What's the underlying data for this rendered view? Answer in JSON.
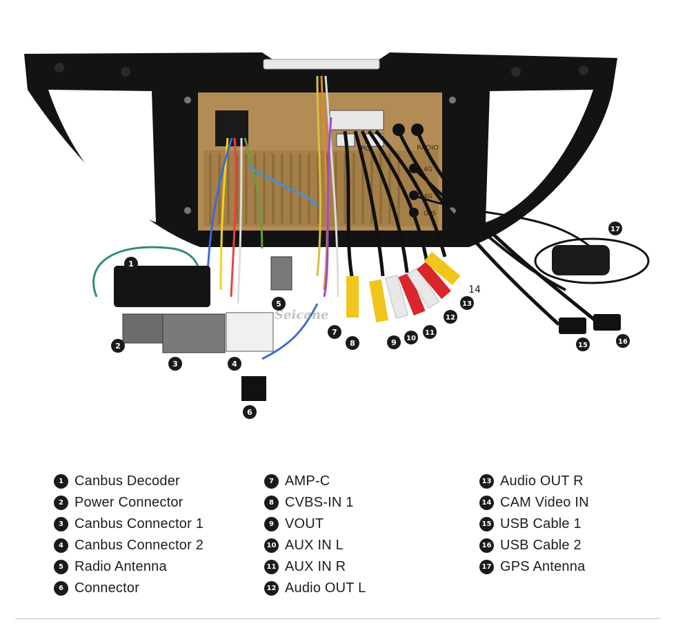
{
  "watermark": "Seicane",
  "panel_labels": {
    "radio": "RADIO",
    "fourg_1": "4G",
    "fourg_2": "4G",
    "gps": "GPS",
    "rca_tag": "RC"
  },
  "legend": [
    {
      "num": "1",
      "label": "Canbus Decoder"
    },
    {
      "num": "2",
      "label": "Power Connector"
    },
    {
      "num": "3",
      "label": "Canbus Connector 1"
    },
    {
      "num": "4",
      "label": "Canbus Connector 2"
    },
    {
      "num": "5",
      "label": "Radio Antenna"
    },
    {
      "num": "6",
      "label": "Connector"
    },
    {
      "num": "7",
      "label": "AMP-C"
    },
    {
      "num": "8",
      "label": "CVBS-IN 1"
    },
    {
      "num": "9",
      "label": "VOUT"
    },
    {
      "num": "10",
      "label": "AUX IN L"
    },
    {
      "num": "11",
      "label": "AUX IN R"
    },
    {
      "num": "12",
      "label": "Audio OUT L"
    },
    {
      "num": "13",
      "label": "Audio OUT R"
    },
    {
      "num": "14",
      "label": "CAM Video IN"
    },
    {
      "num": "15",
      "label": "USB Cable 1"
    },
    {
      "num": "16",
      "label": "USB Cable 2"
    },
    {
      "num": "17",
      "label": "GPS Antenna"
    }
  ],
  "colors": {
    "frame": "#121212",
    "chassis": "#b8935b",
    "rca_yellow": "#f2c51c",
    "rca_white": "#e8e8e8",
    "rca_red": "#d8262b",
    "badge": "#1a1a1a"
  }
}
